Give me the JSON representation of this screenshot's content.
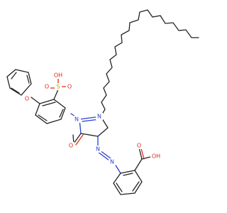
{
  "molecule": {
    "atom_labels": {
      "n_ring1": "N",
      "n_ring2": "N",
      "n_azo1": "N",
      "n_azo2": "N",
      "o_carbonyl": "O",
      "o_ether": "O",
      "o_cooh_double": "O",
      "oh_cooh": "OH",
      "s_sulfo": "S",
      "o_sulfo1": "O",
      "o_sulfo2": "O",
      "oh_sulfo": "OH"
    },
    "colors": {
      "carbon_bond": "#222222",
      "nitrogen": "#2a3cd6",
      "oxygen": "#e0261c",
      "sulfur": "#b8a000"
    }
  }
}
